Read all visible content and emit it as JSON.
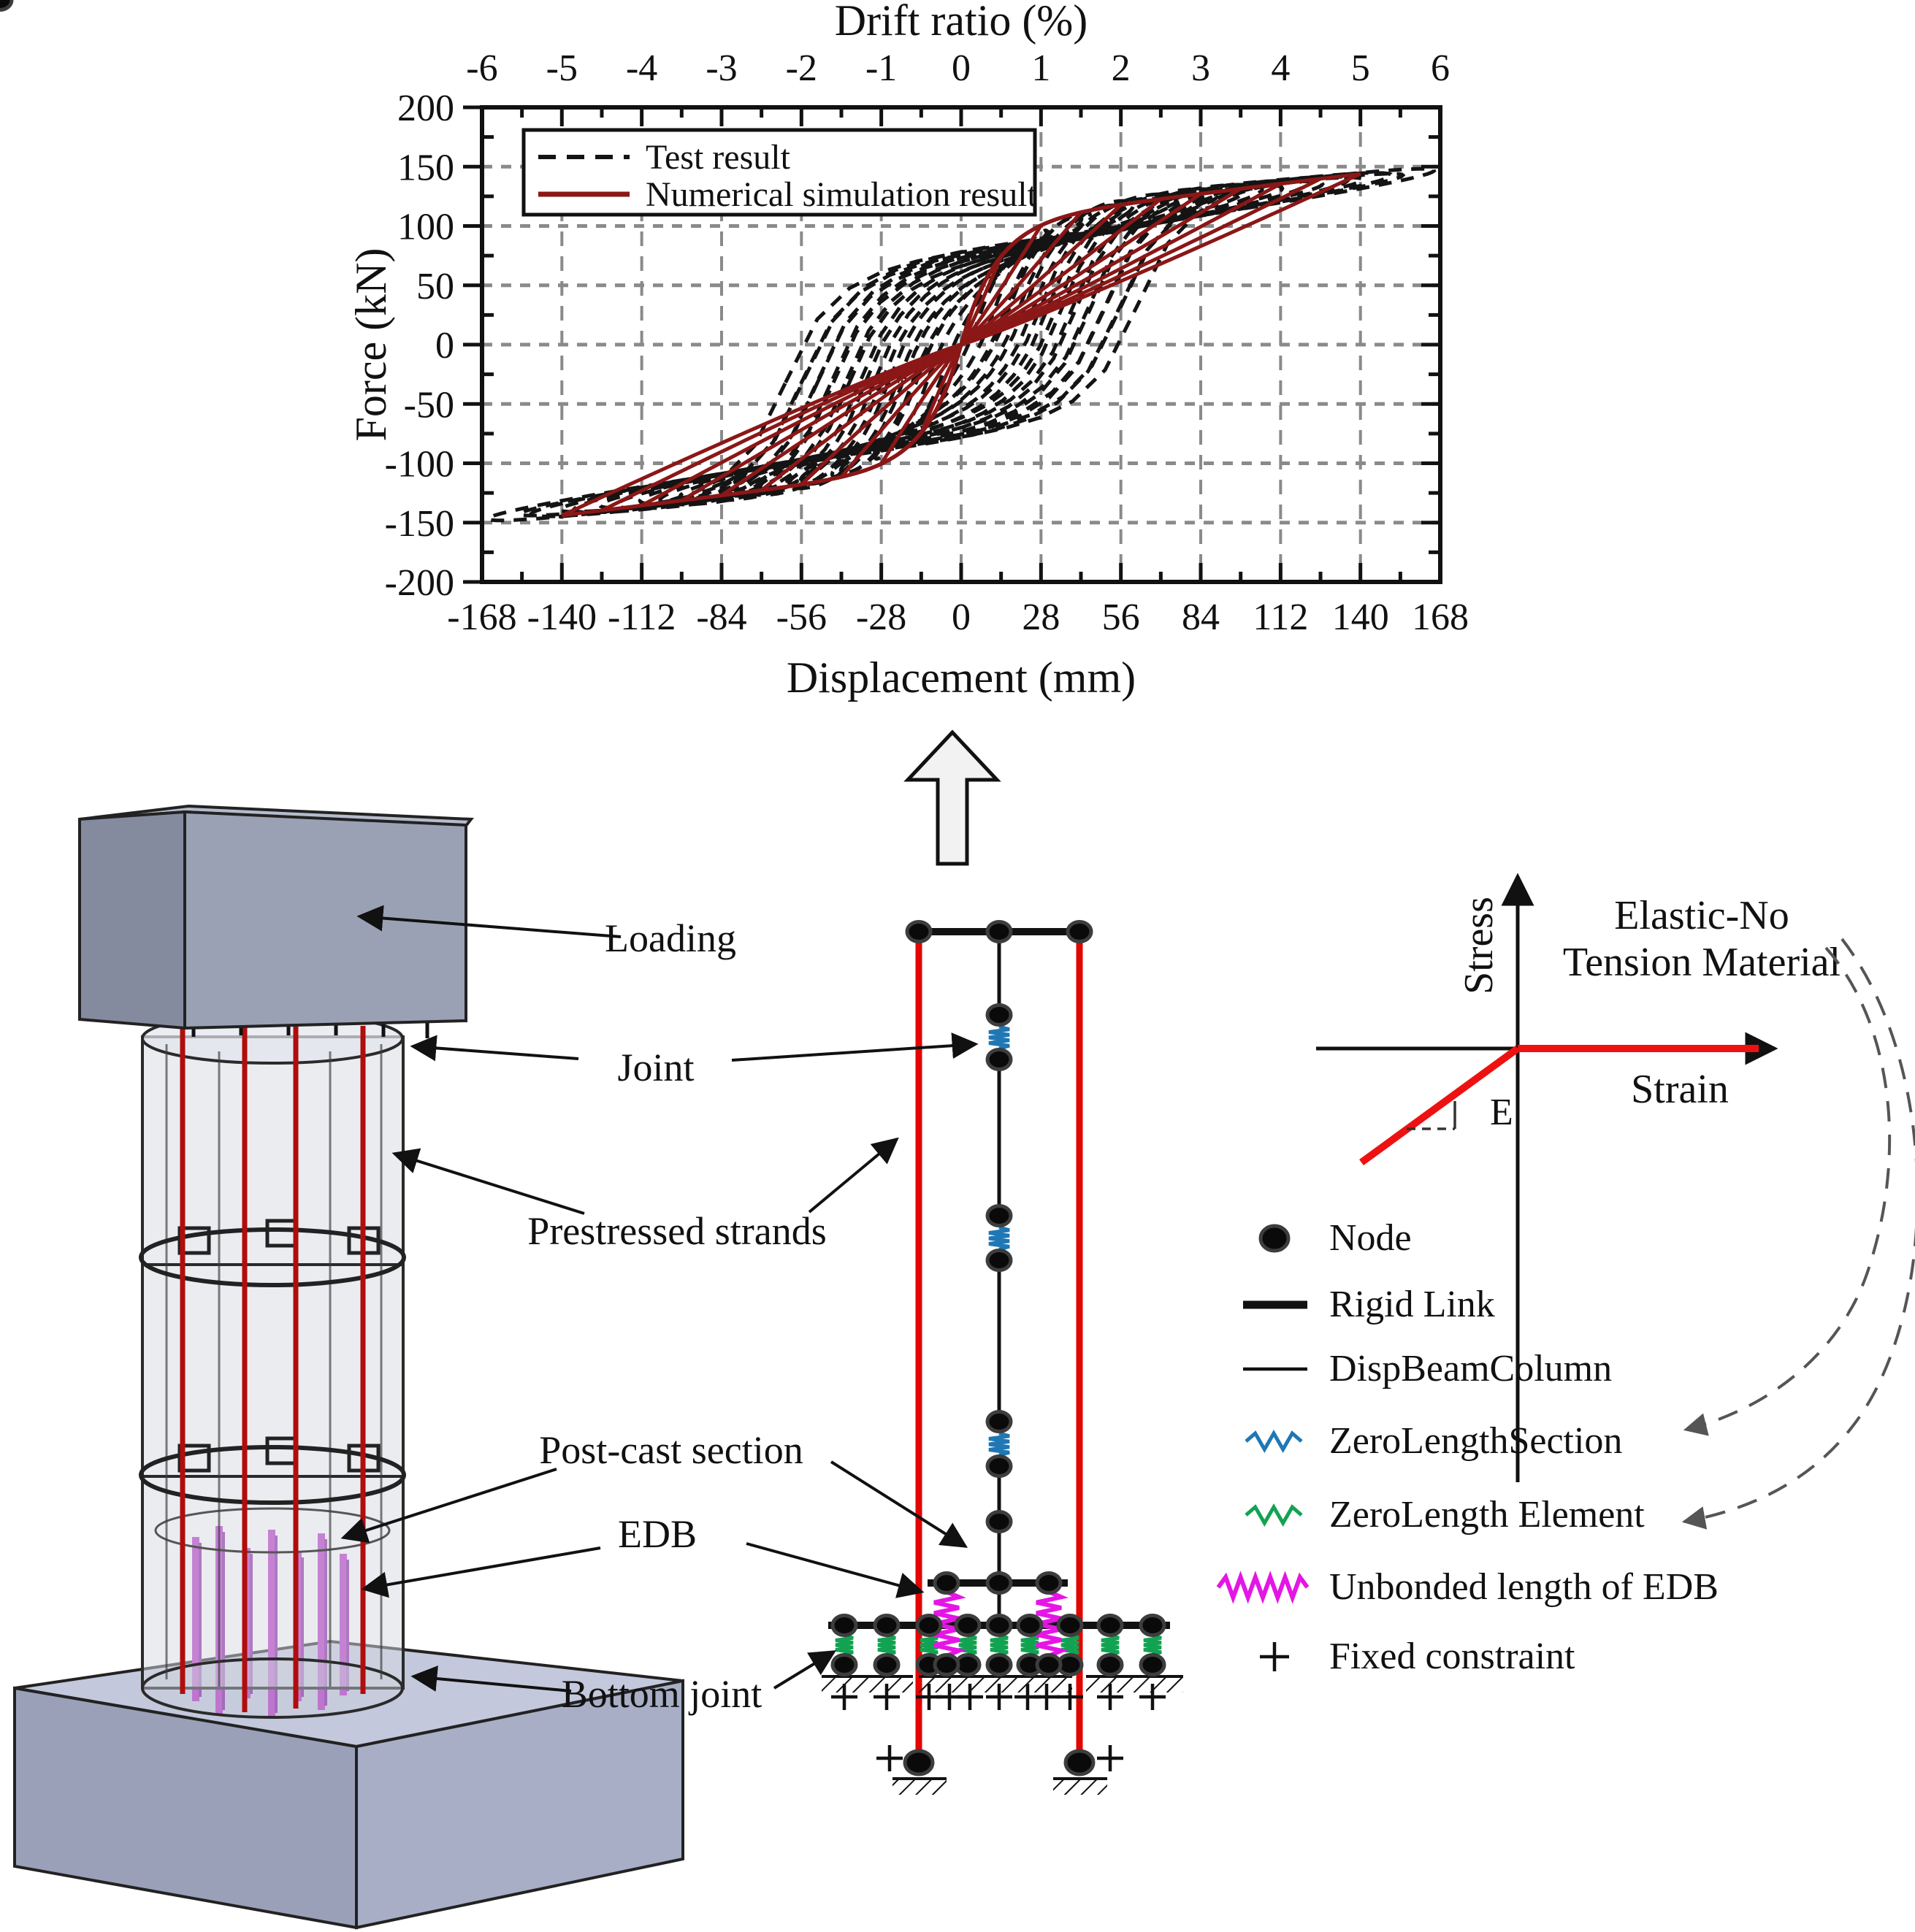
{
  "figure": {
    "annotations": {
      "loading": "Loading",
      "joint": "Joint",
      "prestressed_strands": "Prestressed strands",
      "post_cast_section": "Post-cast section",
      "edb": "EDB",
      "bottom_joint": "Bottom joint"
    }
  },
  "chart_data": {
    "type": "line",
    "subtype": "hysteresis-loops",
    "title_top_axis": "Drift ratio (%)",
    "xlabel": "Displacement (mm)",
    "ylabel": "Force (kN)",
    "xlim_mm": [
      -168,
      168
    ],
    "ylim_kn": [
      -200,
      200
    ],
    "x_ticks_mm": [
      -168,
      -140,
      -112,
      -84,
      -56,
      -28,
      0,
      28,
      56,
      84,
      112,
      140,
      168
    ],
    "x_ticks_drift_pct": [
      -6,
      -5,
      -4,
      -3,
      -2,
      -1,
      0,
      1,
      2,
      3,
      4,
      5,
      6
    ],
    "y_ticks_kn": [
      200,
      150,
      100,
      50,
      0,
      -50,
      -100,
      -150,
      -200
    ],
    "mm_per_drift_pct": 28,
    "grid": "on",
    "legend": {
      "position": "top-left",
      "items": [
        "Test result",
        "Numerical simulation result"
      ]
    },
    "series": [
      {
        "name": "Test result",
        "line_style": "dashed",
        "color": "#141414",
        "cycle_amplitudes_mm": [
          14,
          28,
          42,
          56,
          70,
          84,
          98,
          112,
          126,
          140,
          154
        ],
        "peak_force_kn": 138,
        "backbone": {
          "fy": 92,
          "d1": 14,
          "k": 0.3
        },
        "loop_halfwidth_ratio": 0.4,
        "flag_height_kn": 32
      },
      {
        "name": "Numerical simulation result",
        "line_style": "solid",
        "color": "#8b1717",
        "cycle_amplitudes_mm": [
          14,
          28,
          42,
          56,
          70,
          84,
          98,
          112,
          126,
          140
        ],
        "peak_force_kn": 145,
        "backbone": {
          "fy": 102,
          "d1": 12,
          "k": 0.3
        },
        "unload_curvature_power": 1.08
      }
    ]
  },
  "inset": {
    "y_axis": "Stress",
    "x_axis": "Strain",
    "title_line1": "Elastic-No",
    "title_line2": "Tension Material",
    "modulus_label": "E"
  },
  "model_legend": {
    "items": [
      {
        "icon": "node",
        "label": "Node"
      },
      {
        "icon": "rigid-link",
        "label": "Rigid Link"
      },
      {
        "icon": "disp-beam-column",
        "label": "DispBeamColumn"
      },
      {
        "icon": "zero-length-section",
        "label": "ZeroLengthSection"
      },
      {
        "icon": "zero-length-element",
        "label": "ZeroLength Element"
      },
      {
        "icon": "unbonded-length-edb",
        "label": "Unbonded length of EDB"
      },
      {
        "icon": "fixed-constraint",
        "label": "Fixed constraint"
      }
    ]
  },
  "colors": {
    "test_black": "#141414",
    "simulation_dark_red": "#8b1717",
    "strand_red": "#e10600",
    "zero_length_section_blue": "#1f77b4",
    "zero_length_element_green": "#12a352",
    "unbonded_edb_magenta": "#e515e5",
    "material_red": "#ee1111",
    "grid_gray": "#8a8a8a"
  }
}
